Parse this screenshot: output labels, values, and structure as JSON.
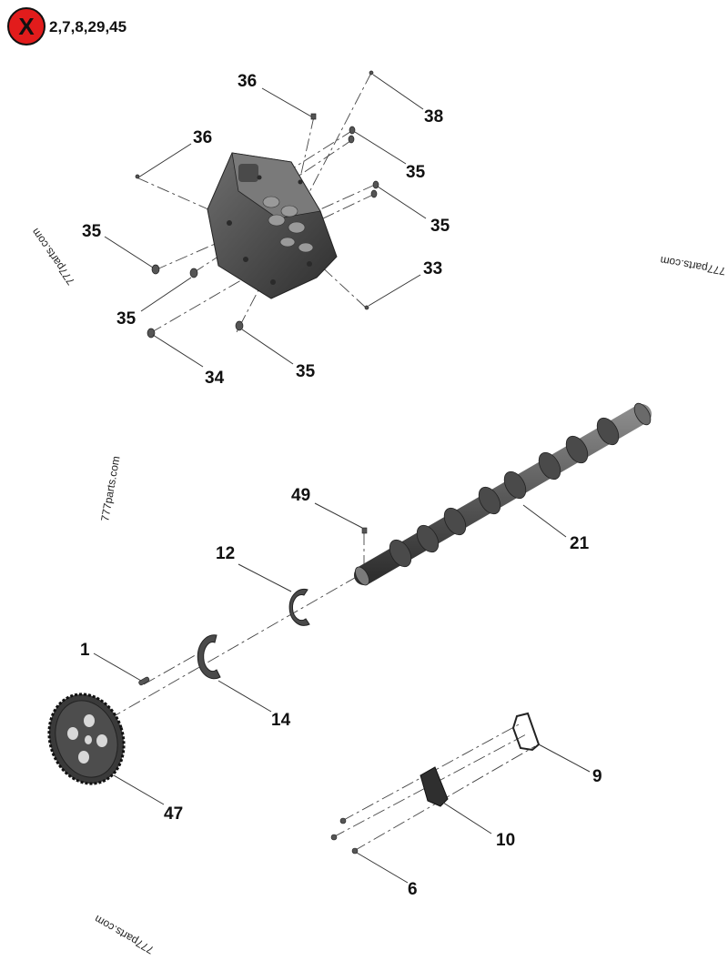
{
  "exclusion": {
    "symbol": "X",
    "text": "2,7,8,29,45",
    "color": "#e21c1c"
  },
  "watermark": "777parts.com",
  "callouts": {
    "c36a": "36",
    "c38": "38",
    "c36b": "36",
    "c35a": "35",
    "c35b": "35",
    "c35c": "35",
    "c33": "33",
    "c35d": "35",
    "c34": "34",
    "c35e": "35",
    "c49": "49",
    "c21": "21",
    "c12": "12",
    "c1": "1",
    "c14": "14",
    "c47": "47",
    "c9": "9",
    "c10": "10",
    "c6": "6"
  },
  "colors": {
    "part_dark": "#3d3d3d",
    "part_mid": "#5a5a5a",
    "part_light": "#8a8a8a",
    "leader": "#333333"
  }
}
